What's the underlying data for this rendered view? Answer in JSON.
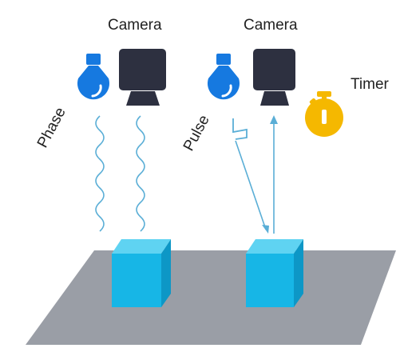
{
  "labels": {
    "camera_left": "Camera",
    "camera_right": "Camera",
    "phase": "Phase",
    "pulse": "Pulse",
    "timer": "Timer"
  },
  "colors": {
    "bulb": "#1679e0",
    "camera_body": "#2d3040",
    "wave": "#5aaed6",
    "cube_front": "#17b6e6",
    "cube_side": "#0d97c6",
    "cube_top": "#5fd3f2",
    "ground": "#9a9ea6",
    "timer": "#f5b800"
  },
  "icons": [
    "bulb-icon",
    "camera-icon",
    "timer-icon",
    "cube-object"
  ]
}
